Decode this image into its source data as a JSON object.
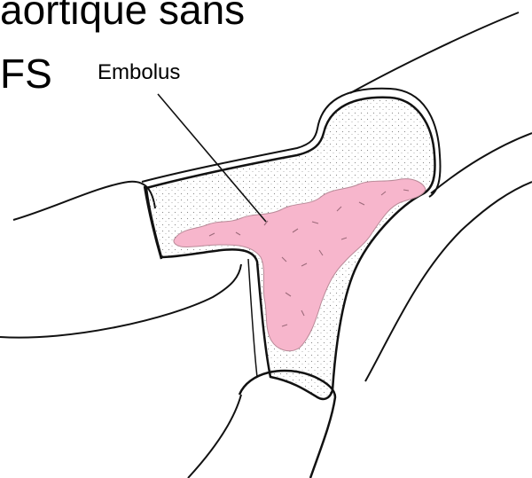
{
  "slide": {
    "title_line_1": "aortique sans",
    "title_line_2": "FS"
  },
  "figure": {
    "label": "Embolus",
    "colors": {
      "embolus_fill": "#f7b6cc",
      "outline": "#111111",
      "stipple": "#8a8a8a"
    }
  }
}
